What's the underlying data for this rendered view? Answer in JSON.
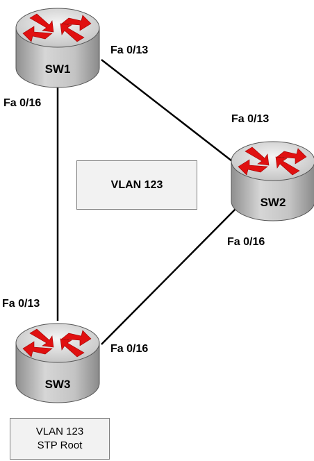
{
  "switches": [
    {
      "id": "sw1",
      "name": "SW1"
    },
    {
      "id": "sw2",
      "name": "SW2"
    },
    {
      "id": "sw3",
      "name": "SW3"
    }
  ],
  "ports": {
    "sw1_right": "Fa 0/13",
    "sw1_left": "Fa 0/16",
    "sw2_top": "Fa 0/13",
    "sw2_bottom": "Fa 0/16",
    "sw3_top": "Fa 0/13",
    "sw3_right": "Fa 0/16"
  },
  "vlan_box": {
    "label": "VLAN 123"
  },
  "root_box": {
    "line1": "VLAN 123",
    "line2": "STP Root"
  },
  "colors": {
    "switch_body": "#b8b8b8",
    "switch_top": "#d9d9d9",
    "arrow": "#e01010",
    "link": "#000000"
  }
}
